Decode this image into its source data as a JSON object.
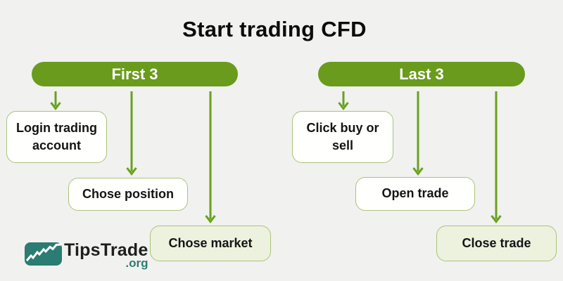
{
  "title": "Start trading CFD",
  "diagram": {
    "columns": [
      {
        "header": "First 3",
        "steps": [
          {
            "label": "Login trading account"
          },
          {
            "label": "Chose position"
          },
          {
            "label": "Chose market"
          }
        ]
      },
      {
        "header": "Last 3",
        "steps": [
          {
            "label": "Click buy or sell"
          },
          {
            "label": "Open trade"
          },
          {
            "label": "Close trade"
          }
        ]
      }
    ]
  },
  "logo": {
    "brand": "TipsTrade",
    "suffix": ".org"
  },
  "colors": {
    "background": "#f1f1ef",
    "header_green": "#6a9b1d",
    "arrow_green": "#69a11e",
    "box_border": "#a9c478",
    "box_tint_fill": "#edf2df",
    "box_white_fill": "#fffffe",
    "logo_teal": "#2b7e74",
    "title_text": "#0c0c0c"
  }
}
